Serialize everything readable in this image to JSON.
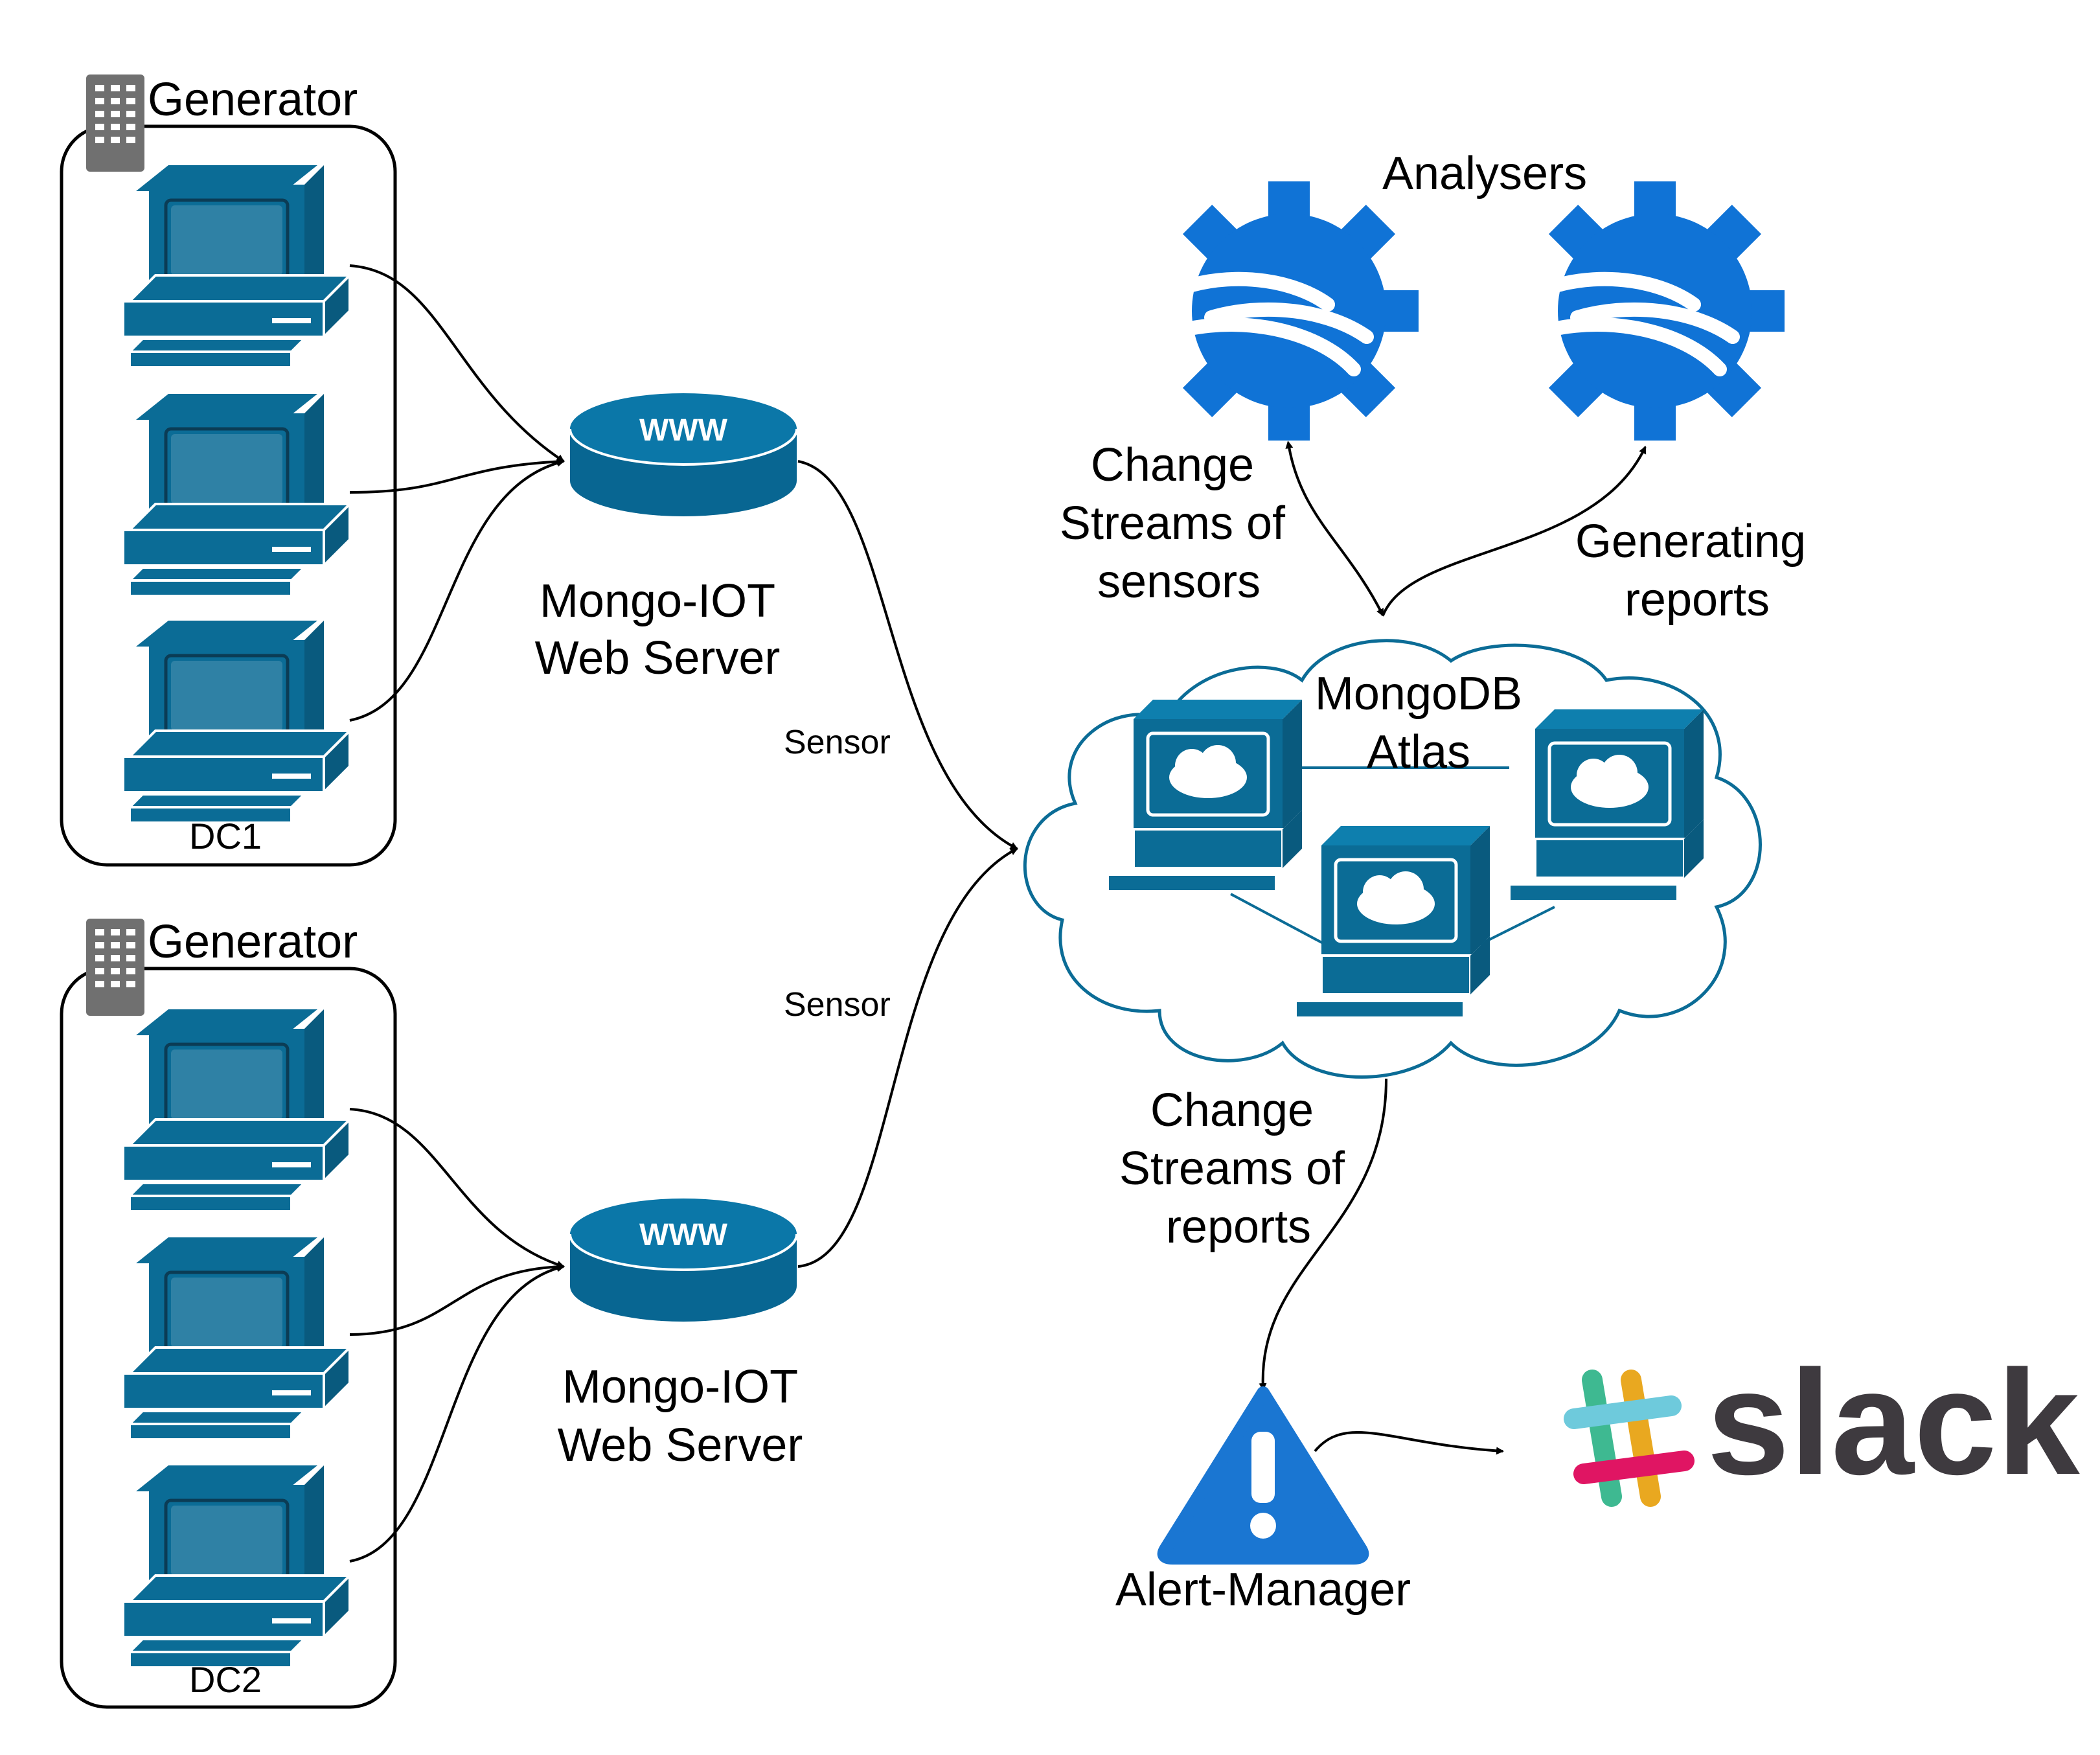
{
  "generators": [
    {
      "title": "Generator",
      "dc_label": "DC1"
    },
    {
      "title": "Generator",
      "dc_label": "DC2"
    }
  ],
  "web_servers": [
    {
      "icon_text": "WWW",
      "label_line1": "Mongo-IOT",
      "label_line2": "Web Server"
    },
    {
      "icon_text": "WWW",
      "label_line1": "Mongo-IOT",
      "label_line2": "Web Server"
    }
  ],
  "edges": {
    "sensor_top": "Sensor",
    "sensor_bottom": "Sensor",
    "change_streams_sensors": [
      "Change",
      "Streams of",
      "sensors"
    ],
    "generating_reports": [
      "Generating",
      "reports"
    ],
    "change_streams_reports": [
      "Change",
      "Streams of",
      "reports"
    ]
  },
  "analysers": {
    "title": "Analysers"
  },
  "atlas": {
    "label_line1": "MongoDB",
    "label_line2": "Atlas"
  },
  "alert_manager": {
    "label": "Alert-Manager"
  },
  "slack": {
    "wordmark": "slack"
  },
  "colors": {
    "computer_blue": "#0b6c96",
    "server_blue": "#086692",
    "analyser_blue": "#1073d6",
    "alert_blue": "#1a76d2",
    "building_gray": "#707070",
    "slack_text": "#3e3a3f",
    "slack_teal": "#6ecadc",
    "slack_green": "#3eb991",
    "slack_yellow": "#e9a820",
    "slack_pink": "#e01563"
  }
}
